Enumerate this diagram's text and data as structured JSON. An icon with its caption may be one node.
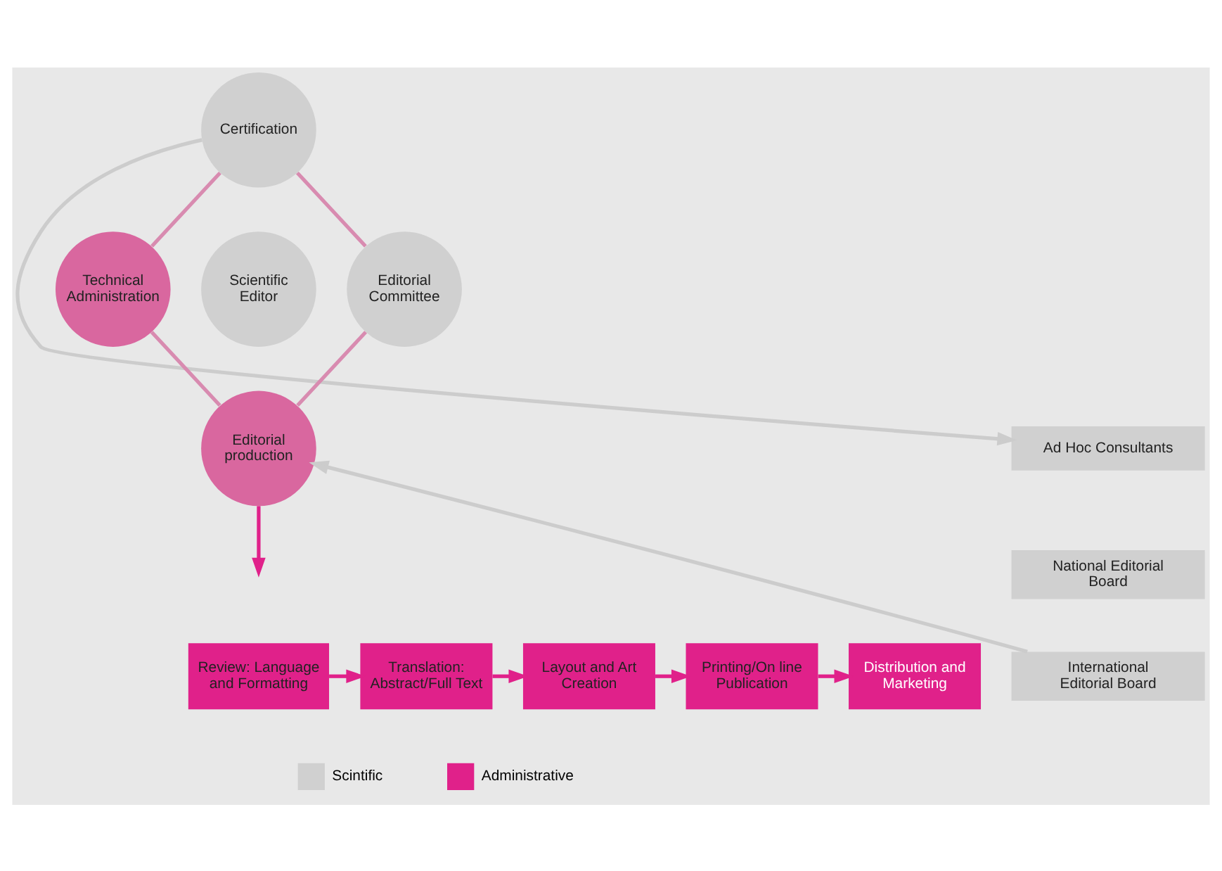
{
  "diagram": {
    "nodes": [
      {
        "text": [
          "Certification"
        ]
      },
      {
        "text": [
          "Technical Administration"
        ]
      },
      {
        "text": [
          "Scientific Editor"
        ]
      },
      {
        "text": [
          "Editorial Committee"
        ]
      },
      {
        "text": [
          "Editorial production"
        ]
      },
      {
        "text": [
          "Ad Hoc Consultants"
        ]
      },
      {
        "text": [
          "National Editorial Board"
        ]
      },
      {
        "text": [
          "International Editorial Board"
        ]
      },
      {
        "text": [
          "Review: Language and Formatting"
        ]
      },
      {
        "text": [
          "Translation: Abstract/Full Text"
        ]
      },
      {
        "text": [
          "Layout and Art Creation"
        ]
      },
      {
        "text": [
          "Printing/On line Publication"
        ]
      },
      {
        "text": [
          "Distribution and Marketing"
        ]
      }
    ],
    "edges": [
      {
        "from": 0,
        "to": 3,
        "arrow": "none",
        "color": "#d88bb0"
      },
      {
        "from": 3,
        "to": 4,
        "arrow": "none",
        "color": "#d88bb0"
      },
      {
        "from": 4,
        "to": 1,
        "arrow": "none",
        "color": "#d88bb0"
      },
      {
        "from": 1,
        "to": 0,
        "arrow": "none",
        "color": "#d88bb0"
      },
      {
        "from": 0,
        "to": 5,
        "arrow": "to",
        "color": "#cccccc"
      },
      {
        "from": 7,
        "to": 4,
        "arrow": "to",
        "color": "#cccccc"
      },
      {
        "from": 4,
        "to": null,
        "arrow": "to"
      },
      {
        "from": 8,
        "to": 9,
        "arrow": "to"
      },
      {
        "from": 9,
        "to": 10,
        "arrow": "to"
      },
      {
        "from": 10,
        "to": 11,
        "arrow": "to"
      },
      {
        "from": 11,
        "to": 12,
        "arrow": "to"
      }
    ],
    "legend": [
      {
        "text": "Scintific",
        "color": "#d0d0d0"
      },
      {
        "text": "Administrative",
        "color": "#e0218a"
      }
    ]
  }
}
